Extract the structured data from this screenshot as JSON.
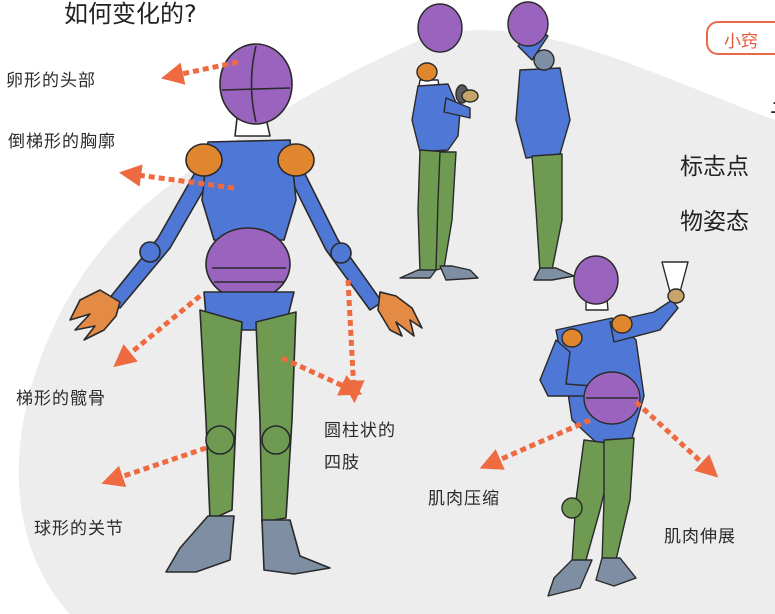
{
  "heading": "如何变化的?",
  "sidebar": {
    "tip_tag": "小窍",
    "line1": "子",
    "line2": "标志点",
    "line3": "物姿态"
  },
  "labels": {
    "head": "卵形的头部",
    "chest": "倒梯形的胸廓",
    "pelvis": "梯形的髋骨",
    "limbs_line1": "圆柱状的",
    "limbs_line2": "四肢",
    "joints": "球形的关节",
    "compress": "肌肉压缩",
    "stretch": "肌肉伸展"
  },
  "colors": {
    "arrow": "#ee6a40",
    "head": "#9a64be",
    "torso": "#4f78d6",
    "limbs": "#6e9a52",
    "shoulder": "#e0862f",
    "hand": "#e38a45",
    "shoe": "#7f8fa3",
    "background_blob": "#ededed"
  }
}
